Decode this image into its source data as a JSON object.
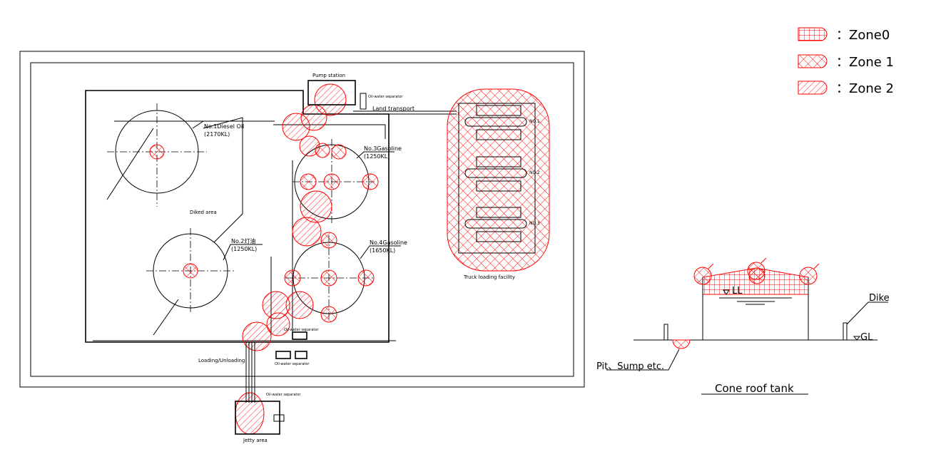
{
  "legend": {
    "zone0": "：Zone0",
    "zone1": "：Zone 1",
    "zone2": "：Zone 2"
  },
  "plan": {
    "pump_station": "Pump station",
    "oil_water_separator_top": "Oil-water separator",
    "land_transport": "Land transport",
    "tank1_name": "No.1Diesel Oil",
    "tank1_cap": "(2170KL)",
    "tank2_name": "No.2灯油",
    "tank2_cap": "(1250KL)",
    "tank3_name": "No.3Gasoline",
    "tank3_cap": "(1250KL)",
    "tank4_name": "No.4Gasoline",
    "tank4_cap": "(1650KL)",
    "diked_area": "Diked area",
    "oil_water_separator_mid": "Oil-water separator",
    "oil_water_separator_low": "Oil-water separator",
    "loading_unloading": "Loading/Unloading",
    "oil_water_separator_jetty": "Oil-water separator",
    "jetty_area": "Jetty area",
    "truck_bays": [
      "NO.1",
      "NO.2",
      "NO.3"
    ],
    "truck_loading": "Truck loading facility"
  },
  "section": {
    "ll": "LL",
    "gl": "GL",
    "dike": "Dike",
    "pit": "Pit、Sump etc.",
    "title": "Cone roof tank"
  },
  "colors": {
    "zone": "#ff0000",
    "line": "#000000"
  }
}
